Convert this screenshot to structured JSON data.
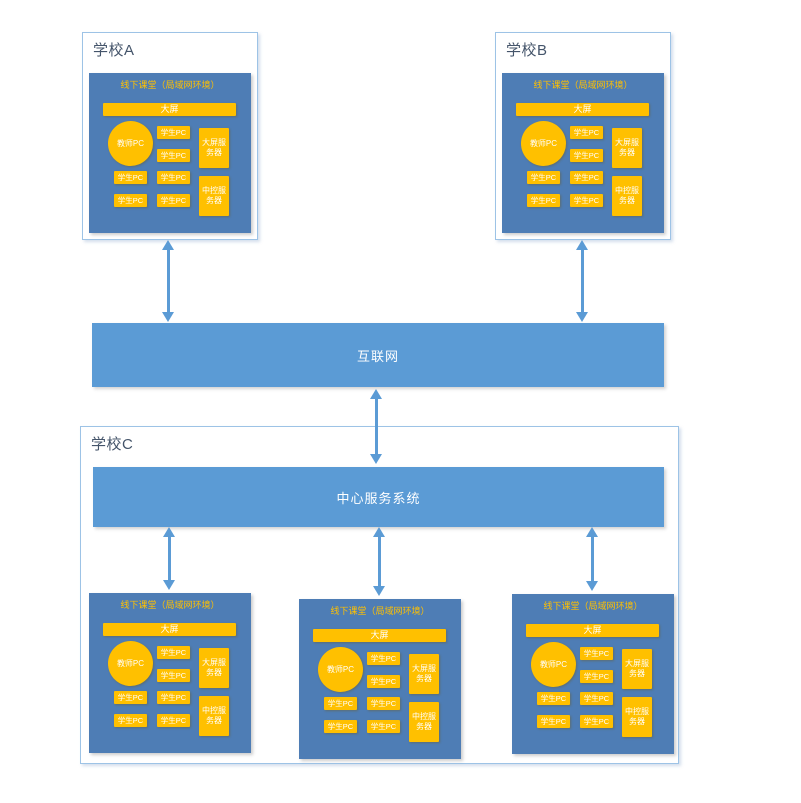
{
  "colors": {
    "canvas-bg": "#FFFFFF",
    "bar-blue": "#5B9BD5",
    "panel-blue": "#4E7DB5",
    "node-yellow": "#FFC000",
    "arrow-blue": "#5B9BD5",
    "school-border": "#9DC3E6",
    "school-label": "#44546A",
    "white-text": "#FFFFFF"
  },
  "schools": {
    "a": {
      "label": "学校A"
    },
    "b": {
      "label": "学校B"
    },
    "c": {
      "label": "学校C"
    }
  },
  "internet_bar": {
    "label": "互联网"
  },
  "central_system_bar": {
    "label": "中心服务系统"
  },
  "classroom": {
    "title": "线下课堂（局域网环境）",
    "big_screen_label": "大屏",
    "teacher_pc_label": "教师PC",
    "student_pc_label": "学生PC",
    "screen_server_label": "大屏服务器",
    "control_server_label": "中控服务器",
    "student_pc_count": 6
  },
  "connections": [
    {
      "from": "school-a-classroom",
      "to": "internet",
      "type": "bidirectional"
    },
    {
      "from": "school-b-classroom",
      "to": "internet",
      "type": "bidirectional"
    },
    {
      "from": "internet",
      "to": "central-service-system",
      "type": "bidirectional"
    },
    {
      "from": "central-service-system",
      "to": "school-c-classroom-1",
      "type": "bidirectional"
    },
    {
      "from": "central-service-system",
      "to": "school-c-classroom-2",
      "type": "bidirectional"
    },
    {
      "from": "central-service-system",
      "to": "school-c-classroom-3",
      "type": "bidirectional"
    }
  ]
}
